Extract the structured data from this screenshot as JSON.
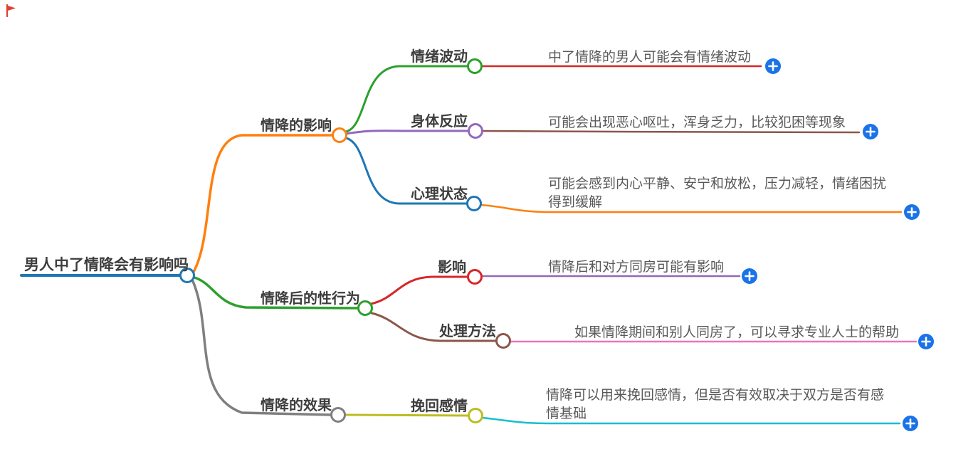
{
  "page": {
    "background": "#ffffff"
  },
  "corner_icon": {
    "name": "red-flag",
    "color": "#e0412e"
  },
  "palette": {
    "blue": "#1f77b4",
    "orange": "#ff7f0e",
    "green": "#2ca02c",
    "red": "#d62728",
    "purple": "#9467bd",
    "brown": "#8c564b",
    "pink": "#e377c2",
    "gray": "#7f7f7f",
    "olive": "#bcbd22",
    "cyan": "#17becf",
    "add_button": "#1a73e8",
    "label_text": "#3d3d3d",
    "leaf_text": "#595959"
  },
  "root": {
    "label": "男人中了情降会有影响吗",
    "color": "#1f77b4"
  },
  "branches": [
    {
      "label": "情降的影响",
      "color": "#ff7f0e",
      "children": [
        {
          "label": "情绪波动",
          "color": "#2ca02c",
          "leaf": {
            "line_color": "#d62728",
            "lines": [
              "中了情降的男人可能会有情绪波动"
            ]
          }
        },
        {
          "label": "身体反应",
          "color": "#9467bd",
          "leaf": {
            "line_color": "#8c564b",
            "lines": [
              "可能会出现恶心呕吐，浑身乏力，比较犯困等现象"
            ]
          }
        },
        {
          "label": "心理状态",
          "color": "#1f77b4",
          "leaf": {
            "line_color": "#ff7f0e",
            "lines": [
              "可能会感到内心平静、安宁和放松，压力减轻，情绪困扰",
              "得到缓解"
            ]
          }
        }
      ]
    },
    {
      "label": "情降后的性行为",
      "color": "#2ca02c",
      "children": [
        {
          "label": "影响",
          "color": "#d62728",
          "leaf": {
            "line_color": "#9467bd",
            "lines": [
              "情降后和对方同房可能有影响"
            ]
          }
        },
        {
          "label": "处理方法",
          "color": "#8c564b",
          "leaf": {
            "line_color": "#e377c2",
            "lines": [
              "如果情降期间和别人同房了，可以寻求专业人士的帮助"
            ]
          }
        }
      ]
    },
    {
      "label": "情降的效果",
      "color": "#7f7f7f",
      "children": [
        {
          "label": "挽回感情",
          "color": "#bcbd22",
          "leaf": {
            "line_color": "#17becf",
            "lines": [
              "情降可以用来挽回感情，但是否有效取决于双方是否有感",
              "情基础"
            ]
          }
        }
      ]
    }
  ],
  "add_button": {
    "symbol": "+",
    "color": "#1a73e8"
  }
}
